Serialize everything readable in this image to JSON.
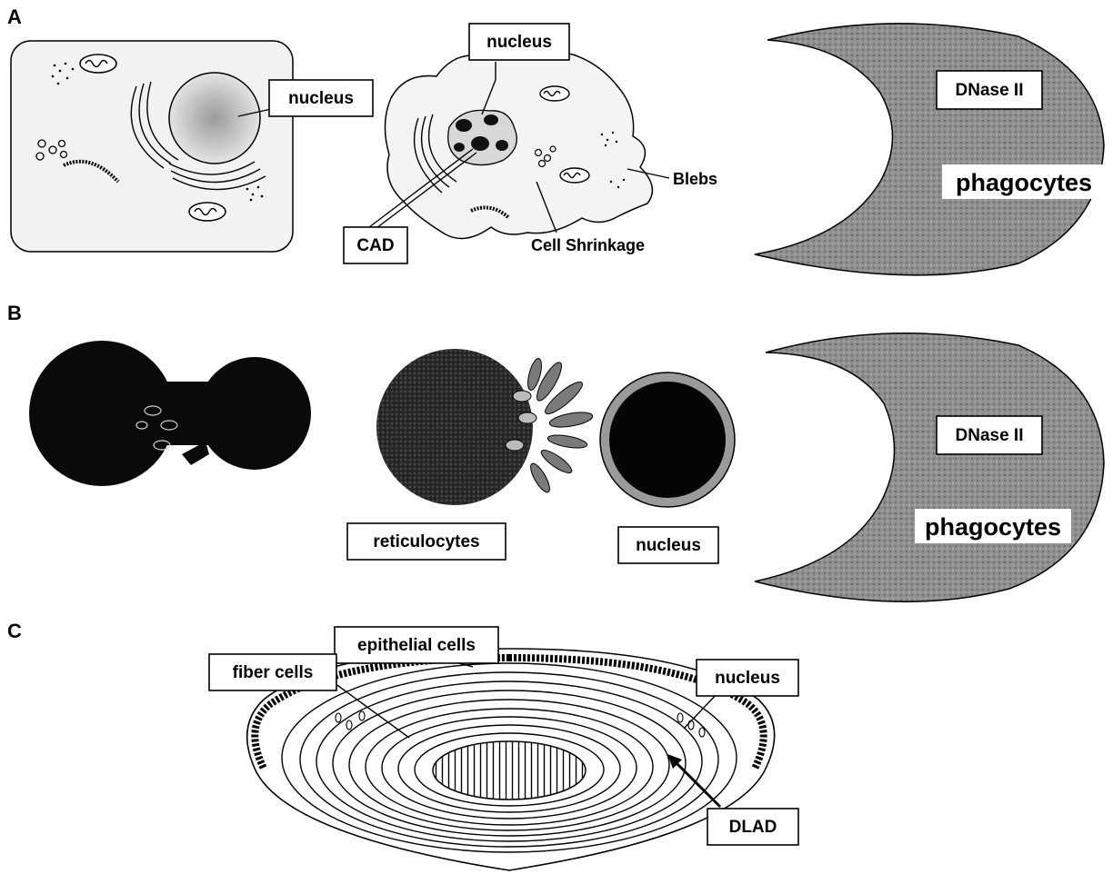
{
  "panels": {
    "a": {
      "letter": "A",
      "nucleus_label": "nucleus",
      "apoptotic_nucleus_label": "nucleus",
      "cad_label": "CAD",
      "blebs_label": "Blebs",
      "shrinkage_label": "Cell Shrinkage",
      "dnase_label": "DNase II",
      "phagocytes_label": "phagocytes"
    },
    "b": {
      "letter": "B",
      "reticulocytes_label": "reticulocytes",
      "nucleus_label": "nucleus",
      "dnase_label": "DNase II",
      "phagocytes_label": "phagocytes"
    },
    "c": {
      "letter": "C",
      "epithelial_label": "epithelial cells",
      "fiber_label": "fiber cells",
      "nucleus_label": "nucleus",
      "dlad_label": "DLAD"
    }
  },
  "colors": {
    "phagocyte_fill": "#8c8c8c",
    "erythroblast_fill": "#0a0a0a",
    "nucleus_fill": "#d8d8d8",
    "cell_fill": "#f2f2f2"
  }
}
